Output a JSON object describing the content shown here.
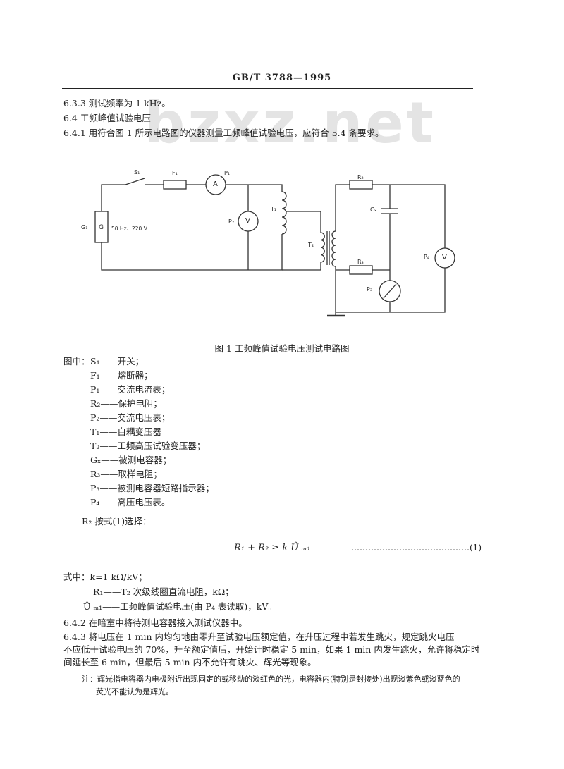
{
  "header": {
    "standard": "GB/T  3788—1995"
  },
  "watermark": "bzxz.net",
  "paragraphs": {
    "p633": "6.3.3  测试频率为 1 kHz。",
    "p64": "6.4  工频峰值试验电压",
    "p641": "6.4.1  用符合图 1 所示电路图的仪器测量工频峰值试验电压，应符合 5.4 条要求。"
  },
  "figure": {
    "caption": "图 1  工频峰值试验电压测试电路图",
    "labels": {
      "s1": "S₁",
      "f1": "F₁",
      "p1": "P₁",
      "ammeter": "A",
      "voltmeter": "V",
      "p2": "P₂",
      "t1": "T₁",
      "t2": "T₂",
      "g1": "G₁",
      "g": "G",
      "source": "50 Hz、220 V",
      "r2": "R₂",
      "cx": "Cₓ",
      "r3": "R₃",
      "p3": "P₃",
      "p4": "P₄"
    }
  },
  "legend": {
    "intro": "图中：",
    "items": [
      "S₁——开关；",
      "F₁——熔断器；",
      "P₁——交流电流表；",
      "R₂——保护电阻；",
      "P₂——交流电压表；",
      "T₁——自耦变压器",
      "T₂——工频高压试验变压器；",
      "Gₓ——被测电容器；",
      "R₃——取样电阻；",
      "P₃——被测电容器短路指示器；",
      "P₄——高压电压表。"
    ],
    "r2_select": "R₂ 按式(1)选择："
  },
  "equation": {
    "formula": "R₁ + R₂ ≥ k Û ₘ₁",
    "number": "……………………………………(1)"
  },
  "where": {
    "intro": "式中：k=1 kΩ/kV；",
    "r1": "R₁——T₂ 次级线圈直流电阻，kΩ；",
    "u": "Û ₘ₁——工频峰值试验电压(由 P₄ 表读取)，kV。"
  },
  "p642": "6.4.2  在暗室中将待测电容器接入测试仪器中。",
  "p643": [
    "6.4.3  将电压在 1 min 内均匀地由零升至试验电压额定值，在升压过程中若发生跳火，规定跳火电压",
    "不应低于试验电压的 70%，升至额定值后，开始计时稳定 5 min，如果 1 min 内发生跳火，允许将稳定时",
    "间延长至 6 min，但最后 5 min 内不允许有跳火、辉光等现象。"
  ],
  "note": [
    "注：辉光指电容器内电极附近出现固定的或移动的淡红色的光，电容器内(特别是封接处)出现淡紫色或淡蓝色的",
    "荧光不能认为是辉光。"
  ]
}
